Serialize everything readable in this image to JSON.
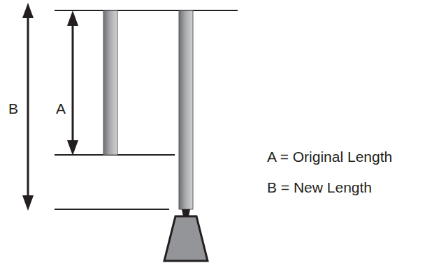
{
  "diagram": {
    "labels": [
      "B",
      "A",
      "A = Original Length",
      "B = New Length"
    ]
  }
}
